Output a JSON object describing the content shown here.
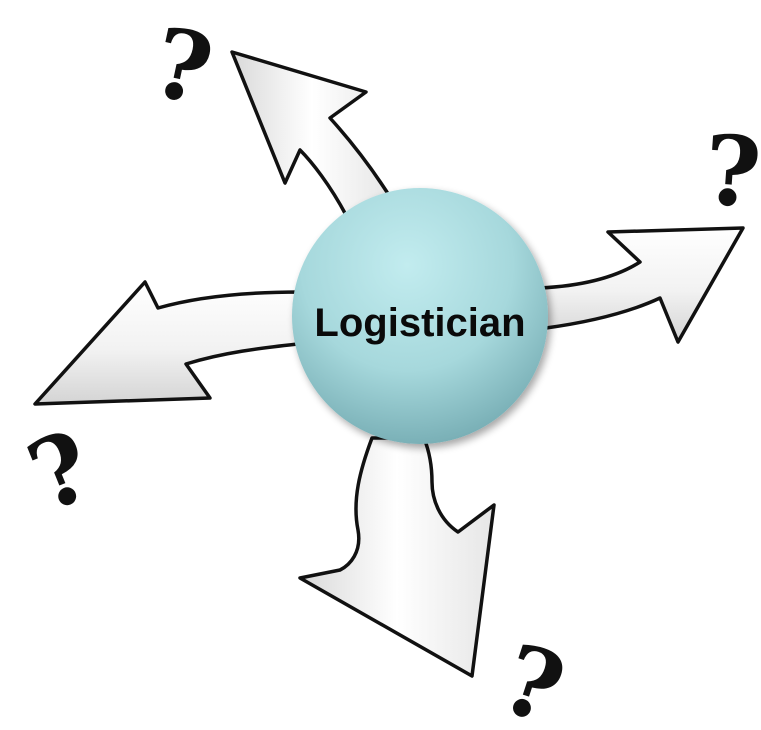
{
  "center": {
    "label": "Logistician",
    "fill_top": "#b2e3e6",
    "fill_bottom": "#7fb6bd"
  },
  "arrows": [
    {
      "name": "arrow-up-left",
      "direction": "up-left"
    },
    {
      "name": "arrow-right",
      "direction": "right"
    },
    {
      "name": "arrow-left",
      "direction": "left"
    },
    {
      "name": "arrow-down",
      "direction": "down"
    }
  ],
  "question_marks": [
    {
      "name": "question-mark-top-left",
      "text": "?"
    },
    {
      "name": "question-mark-top-right",
      "text": "?"
    },
    {
      "name": "question-mark-left",
      "text": "?"
    },
    {
      "name": "question-mark-bottom",
      "text": "?"
    }
  ],
  "colors": {
    "arrow_stroke": "#111111",
    "arrow_fill_light": "#ffffff",
    "arrow_fill_shade": "#d9d9d9"
  }
}
